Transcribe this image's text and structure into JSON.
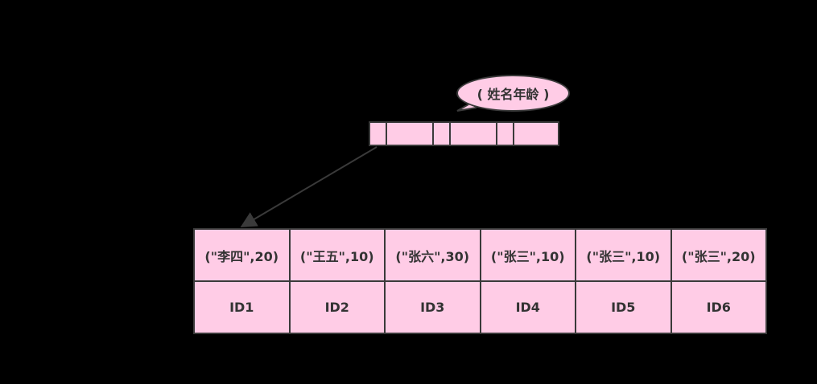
{
  "bubble": {
    "label": "( 姓名年龄 )"
  },
  "table": {
    "keys": [
      "(\"李四\",20)",
      "(\"王五\",10)",
      "(\"张六\",30)",
      "(\"张三\",10)",
      "(\"张三\",10)",
      "(\"张三\",20)"
    ],
    "ids": [
      "ID1",
      "ID2",
      "ID3",
      "ID4",
      "ID5",
      "ID6"
    ]
  },
  "colors": {
    "fill": "#ffcce6",
    "stroke": "#3a3a3a",
    "background": "#000000"
  }
}
